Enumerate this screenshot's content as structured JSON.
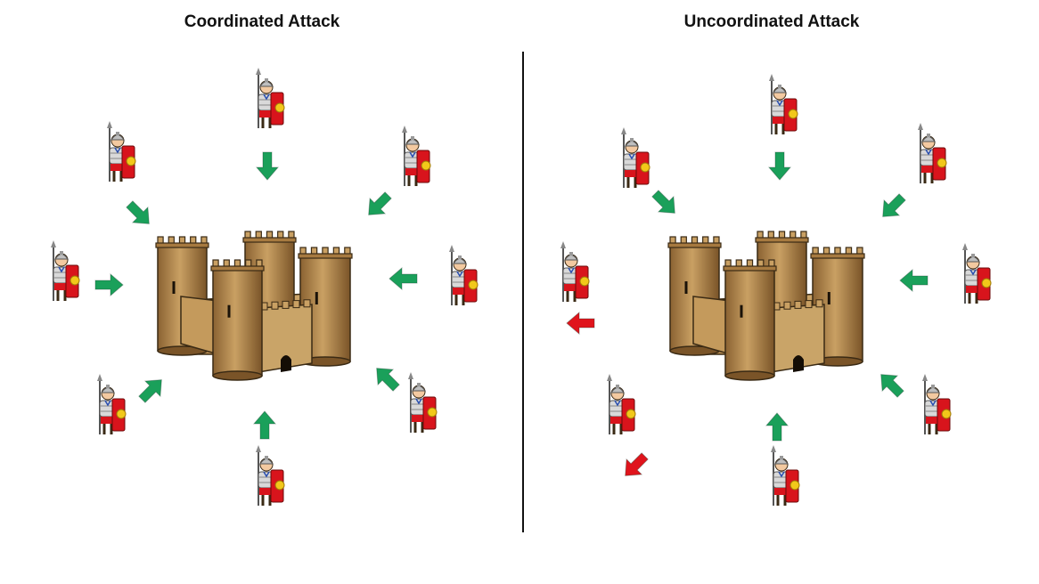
{
  "panels": {
    "left": {
      "title": "Coordinated Attack",
      "soldier_count": 8,
      "advancing_count": 8,
      "retreating_count": 0
    },
    "right": {
      "title": "Uncoordinated Attack",
      "soldier_count": 8,
      "advancing_count": 6,
      "retreating_count": 2
    }
  },
  "colors": {
    "advance_arrow": "#1aa05a",
    "retreat_arrow": "#e0141c",
    "castle": "#b88a4e",
    "castle_dark": "#8a6232",
    "shield": "#d8141c",
    "shield_boss": "#f2c81a"
  },
  "icons": {
    "soldier": "roman-soldier-icon",
    "castle": "castle-icon",
    "advance": "arrow-advance-icon",
    "retreat": "arrow-retreat-icon"
  }
}
